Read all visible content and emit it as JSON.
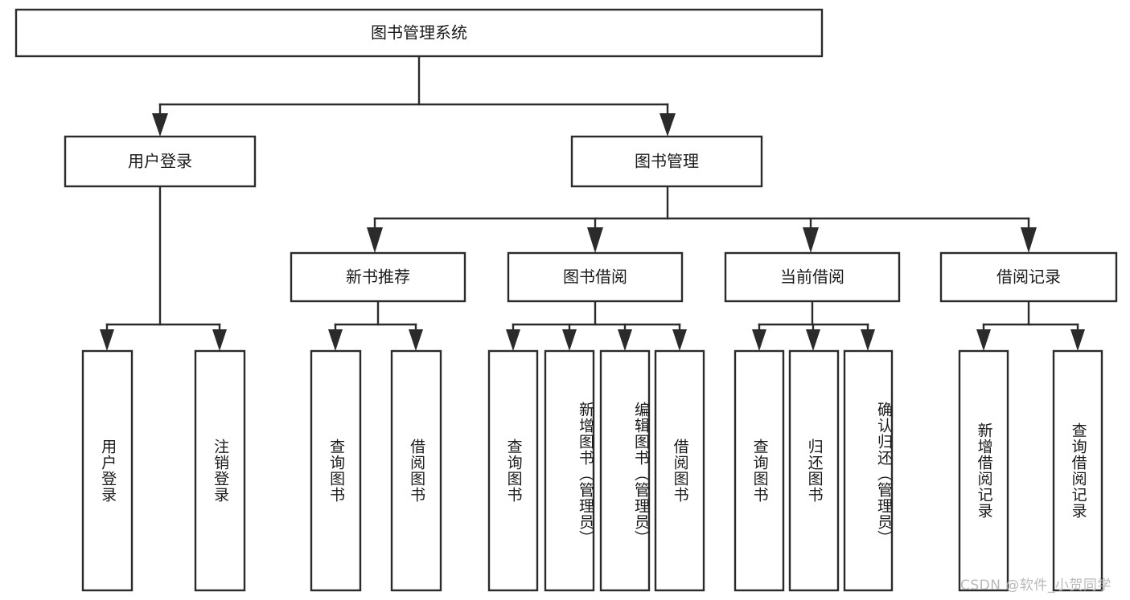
{
  "diagram": {
    "type": "tree",
    "title": "图书管理系统",
    "root": {
      "id": "root",
      "label": "图书管理系统",
      "orientation": "horizontal"
    },
    "level2": [
      {
        "id": "user-login",
        "label": "用户登录",
        "orientation": "horizontal"
      },
      {
        "id": "book-manage",
        "label": "图书管理",
        "orientation": "horizontal"
      }
    ],
    "level3": [
      {
        "id": "new-book-recommend",
        "label": "新书推荐",
        "orientation": "horizontal",
        "parent": "book-manage"
      },
      {
        "id": "book-borrow",
        "label": "图书借阅",
        "orientation": "horizontal",
        "parent": "book-manage"
      },
      {
        "id": "current-borrow",
        "label": "当前借阅",
        "orientation": "horizontal",
        "parent": "book-manage"
      },
      {
        "id": "borrow-record",
        "label": "借阅记录",
        "orientation": "horizontal",
        "parent": "book-manage"
      }
    ],
    "leaves": [
      {
        "id": "leaf-user-login",
        "label": "用户登录",
        "parent": "user-login",
        "orientation": "vertical"
      },
      {
        "id": "leaf-user-logout",
        "label": "注销登录",
        "parent": "user-login",
        "orientation": "vertical"
      },
      {
        "id": "leaf-query-book-1",
        "label": "查询图书",
        "parent": "new-book-recommend",
        "orientation": "vertical"
      },
      {
        "id": "leaf-borrow-book-1",
        "label": "借阅图书",
        "parent": "new-book-recommend",
        "orientation": "vertical"
      },
      {
        "id": "leaf-query-book-2",
        "label": "查询图书",
        "parent": "book-borrow",
        "orientation": "vertical"
      },
      {
        "id": "leaf-add-book",
        "label": "新增图书（管理员）",
        "parent": "book-borrow",
        "orientation": "vertical"
      },
      {
        "id": "leaf-edit-book",
        "label": "编辑图书（管理员）",
        "parent": "book-borrow",
        "orientation": "vertical"
      },
      {
        "id": "leaf-borrow-book-2",
        "label": "借阅图书",
        "parent": "book-borrow",
        "orientation": "vertical"
      },
      {
        "id": "leaf-query-book-3",
        "label": "查询图书",
        "parent": "current-borrow",
        "orientation": "vertical"
      },
      {
        "id": "leaf-return-book",
        "label": "归还图书",
        "parent": "current-borrow",
        "orientation": "vertical"
      },
      {
        "id": "leaf-confirm-return",
        "label": "确认归还（管理员）",
        "parent": "current-borrow",
        "orientation": "vertical"
      },
      {
        "id": "leaf-add-record",
        "label": "新增借阅记录",
        "parent": "borrow-record",
        "orientation": "vertical"
      },
      {
        "id": "leaf-query-record",
        "label": "查询借阅记录",
        "parent": "borrow-record",
        "orientation": "vertical"
      }
    ],
    "colors": {
      "box_fill": "#ffffff",
      "box_stroke": "#2b2b2b",
      "text": "#1a1a1a",
      "background": "#ffffff",
      "watermark": "#b9b9b9"
    }
  },
  "watermark": {
    "text": "CSDN @软件_小贺同学"
  }
}
